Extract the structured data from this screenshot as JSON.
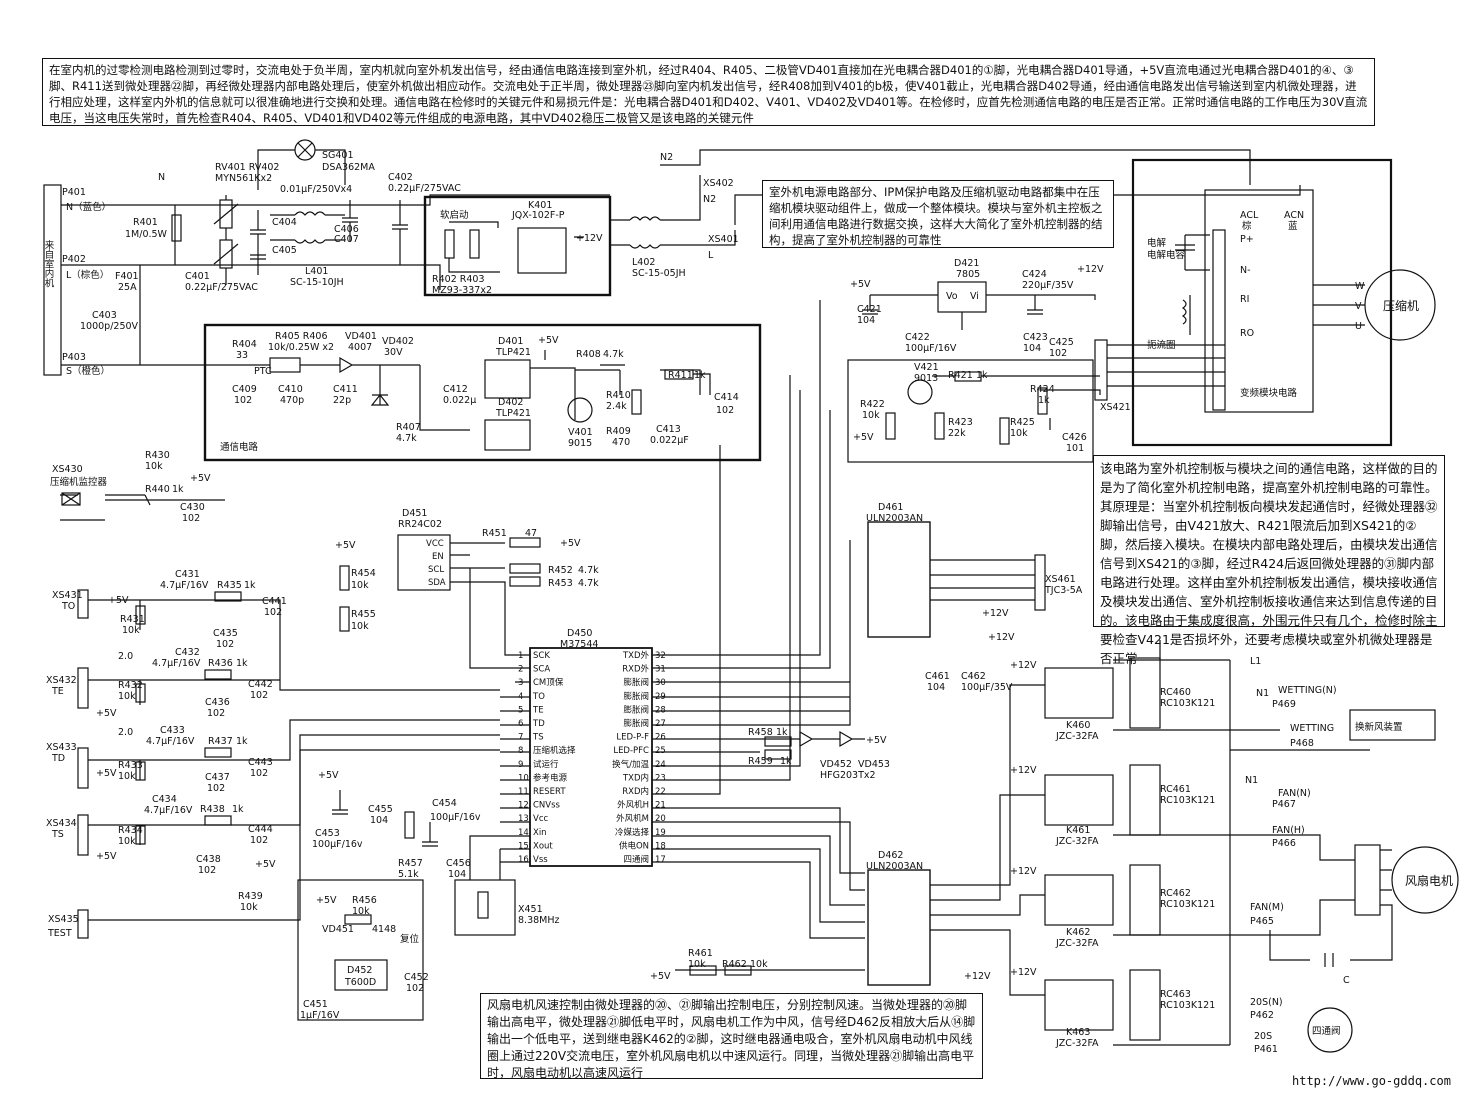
{
  "notes": {
    "top": "在室内机的过零检测电路检测到过零时，交流电处于负半周，室内机就向室外机发出信号，经由通信电路连接到室外机，经过R404、R405、二极管VD401直接加在光电耦合器D401的①脚，光电耦合器D401导通，+5V直流电通过光电耦合器D401的④、③脚、R411送到微处理器㉒脚，再经微处理器内部电路处理后，使室外机做出相应动作。交流电处于正半周，微处理器㉓脚向室内机发出信号，经R408加到V401的b极，使V401截止，光电耦合器D402导通，经由通信电路发出信号输送到室内机微处理器，进行相应处理，这样室内外机的信息就可以很准确地进行交换和处理。通信电路在检修时的关键元件和易损元件是：光电耦合器D401和D402、V401、VD402及VD401等。在检修时，应首先检测通信电路的电压是否正常。正常时通信电路的工作电压为30V直流电压，当这电压失常时，首先检查R404、R405、VD401和VD402等元件组成的电源电路，其中VD402稳压二极管又是该电路的关键元件",
    "power": "室外机电源电路部分、IPM保护电路及压缩机驱动电路都集中在压缩机模块驱动组件上，做成一个整体模块。模块与室外机主控板之间利用通信电路进行数据交换，这样大大简化了室外机控制器的结构，提高了室外机控制器的可靠性",
    "comm": "该电路为室外机控制板与模块之间的通信电路，这样做的目的是为了简化室外机控制电路，提高室外机控制电路的可靠性。其原理是：当室外机控制板向模块发起通信时，经微处理器㉜脚输出信号，由V421放大、R421限流后加到XS421的②脚，然后接入模块。在模块内部电路处理后，由模块发出通信信号到XS421的③脚，经过R424后返回微处理器的㉛脚内部电路进行处理。这样由室外机控制板发出通信，模块接收通信及模块发出通信、室外机控制板接收通信来达到信息传递的目的。该电路由于集成度很高，外围元件只有几个，检修时除主要检查V421是否损坏外，还要考虑模块或室外机微处理器是否正常",
    "fan": "风扇电机风速控制由微处理器的⑳、㉑脚输出控制电压，分别控制风速。当微处理器的⑳脚输出高电平，微处理器㉑脚低电平时，风扇电机工作为中风，信号经D462反相放大后从⑭脚输出一个低电平，送到继电器K462的②脚，这时继电器通电吸合，室外机风扇电动机中风线圈上通过220V交流电压，室外机风扇电机以中速风运行。同理，当微处理器㉑脚输出高电平时，风扇电动机以高速风运行"
  },
  "url": "http://www.go-gddq.com",
  "input": {
    "label": "来自室内机",
    "p401": "P401",
    "n": "N（蓝色）",
    "p402": "P402",
    "l": "L（棕色）",
    "p403": "P403",
    "s": "S（橙色）"
  },
  "blocks": {
    "softstart": "软启动",
    "comm": "通信电路",
    "inverter": "变频模块电路",
    "compressor": "压缩机",
    "fan_motor": "风扇电机",
    "fresh_air": "换新风装置",
    "four_way": "四通阀",
    "reset": "复位",
    "capacitor": "电解电容",
    "reactor": "扼流圈"
  },
  "mcu": {
    "name": "D450",
    "model": "M37544",
    "left_pins": [
      {
        "n": "1",
        "t": "SCK"
      },
      {
        "n": "2",
        "t": "SCA"
      },
      {
        "n": "3",
        "t": "CM顶保"
      },
      {
        "n": "4",
        "t": "TO"
      },
      {
        "n": "5",
        "t": "TE"
      },
      {
        "n": "6",
        "t": "TD"
      },
      {
        "n": "7",
        "t": "TS"
      },
      {
        "n": "8",
        "t": "压缩机选择"
      },
      {
        "n": "9",
        "t": "试运行"
      },
      {
        "n": "10",
        "t": "参考电源"
      },
      {
        "n": "11",
        "t": "RESERT"
      },
      {
        "n": "12",
        "t": "CNVss"
      },
      {
        "n": "13",
        "t": "Vcc"
      },
      {
        "n": "14",
        "t": "Xin"
      },
      {
        "n": "15",
        "t": "Xout"
      },
      {
        "n": "16",
        "t": "Vss"
      }
    ],
    "right_pins": [
      {
        "n": "32",
        "t": "TXD外"
      },
      {
        "n": "31",
        "t": "RXD外"
      },
      {
        "n": "30",
        "t": "膨胀阀"
      },
      {
        "n": "29",
        "t": "膨胀阀"
      },
      {
        "n": "28",
        "t": "膨胀阀"
      },
      {
        "n": "27",
        "t": "膨胀阀"
      },
      {
        "n": "26",
        "t": "LED-P-F"
      },
      {
        "n": "25",
        "t": "LED-PFC"
      },
      {
        "n": "24",
        "t": "换气/加温"
      },
      {
        "n": "23",
        "t": "TXD内"
      },
      {
        "n": "22",
        "t": "RXD内"
      },
      {
        "n": "21",
        "t": "外风机H"
      },
      {
        "n": "20",
        "t": "外风机M"
      },
      {
        "n": "19",
        "t": "冷媒选择"
      },
      {
        "n": "18",
        "t": "供电ON"
      },
      {
        "n": "17",
        "t": "四通阀"
      }
    ]
  },
  "components": {
    "sg401": "SG401",
    "dsa": "DSA362MA",
    "rv": "RV401 RV402",
    "myn": "MYN561Kx2",
    "cx": "0.01μF/250Vx4",
    "c402": "C402",
    "c402v": "0.22μF/275VAC",
    "c404": "C404",
    "c405": "C405",
    "c406": "C406",
    "c407": "C407",
    "l401": "L401",
    "l401m": "SC-15-10JH",
    "r401": "R401",
    "r401v": "1M/0.5W",
    "f401": "F401",
    "f401v": "25A",
    "c401": "C401",
    "c401v": "0.22μF/275VAC",
    "c403": "C403",
    "c403v": "1000p/250V",
    "k401": "K401",
    "k401m": "JQX-102F-P",
    "r402": "R402 R403",
    "r402m": "MZ93-337x2",
    "l402": "L402",
    "l402m": "SC-15-05JH",
    "xs402": "XS402",
    "xs401": "XS401",
    "n2": "N2",
    "lbl_l": "L",
    "lbl_n": "N",
    "acl": "ACL",
    "acl2": "棕",
    "acn": "ACN",
    "acn2": "蓝",
    "pp": "P+",
    "nn": "N-",
    "ri": "RI",
    "ro": "RO",
    "w": "W",
    "v": "V",
    "u": "U",
    "r404": "R404",
    "r404v": "33",
    "ptc": "PTC",
    "r405": "R405 R406",
    "r405v": "10k/0.25W x2",
    "vd401": "VD401",
    "vd401v": "4007",
    "vd402": "VD402",
    "vd402v": "30V",
    "d401": "D401",
    "d401v": "TLP421",
    "d402": "D402",
    "d402v": "TLP421",
    "r408": "R408",
    "r408v": "4.7k",
    "r411": "R411",
    "r411v": "1k",
    "r410": "R410",
    "r410v": "2.4k",
    "r409": "R409",
    "r409v": "470",
    "c413": "C413",
    "c413v": "0.022μF",
    "c414": "C414",
    "c414v": "102",
    "v401": "V401",
    "v401v": "9015",
    "c409": "C409",
    "c409v": "102",
    "c410": "C410",
    "c410v": "470p",
    "c411": "C411",
    "c411v": "22p",
    "c412": "C412",
    "c412v": "0.022μ",
    "r407": "R407",
    "r407v": "4.7k",
    "d421": "D421",
    "d421v": "7805",
    "vo": "Vo",
    "vi": "Vi",
    "c421": "C421",
    "c421v": "104",
    "c422": "C422",
    "c422v": "100μF/16V",
    "c424": "C424",
    "c424v": "220μF/35V",
    "c423": "C423",
    "c423v": "104",
    "c425": "C425",
    "c425v": "102",
    "v421": "V421",
    "v421v": "9013",
    "r421": "R421",
    "r421v": "1k",
    "r424": "R424",
    "r424v": "1k",
    "r422": "R422",
    "r422v": "10k",
    "r423": "R423",
    "r423v": "22k",
    "r425": "R425",
    "r425v": "10k",
    "c426": "C426",
    "c426v": "101",
    "xs421": "XS421",
    "plus5": "+5V",
    "plus12": "+12V",
    "v20": "2.0",
    "xs430": "XS430",
    "xs430d": "压缩机监控器",
    "r430": "R430",
    "r430v": "10k",
    "r440": "R440",
    "r440v": "1k",
    "c430": "C430",
    "c430v": "102",
    "d451": "D451",
    "d451v": "RR24C02",
    "vcc": "VCC",
    "en": "EN",
    "scl": "SCL",
    "sda": "SDA",
    "r451": "R451",
    "r451v": "47",
    "r452": "R452",
    "r452v": "4.7k",
    "r453": "R453",
    "r453v": "4.7k",
    "r454": "R454",
    "r454v": "10k",
    "r455": "R455",
    "r455v": "10k",
    "c431": "C431",
    "c431v": "4.7μF/16V",
    "r435": "R435",
    "r435v": "1k",
    "xs431": "XS431",
    "to": "TO",
    "r431": "R431",
    "r431v": "10k",
    "c441": "C441",
    "c441v": "102",
    "c435": "C435",
    "c435v": "102",
    "c432": "C432",
    "c432v": "4.7μF/16V",
    "r436": "R436",
    "r436v": "1k",
    "xs432": "XS432",
    "te": "TE",
    "r432": "R432",
    "r432v": "10k",
    "c442": "C442",
    "c442v": "102",
    "c436": "C436",
    "c436v": "102",
    "c433": "C433",
    "c433v": "4.7μF/16V",
    "r437": "R437",
    "r437v": "1k",
    "xs433": "XS433",
    "td": "TD",
    "r433": "R433",
    "r433v": "10k",
    "c443": "C443",
    "c443v": "102",
    "c437": "C437",
    "c437v": "102",
    "c434": "C434",
    "c434v": "4.7μF/16V",
    "r438": "R438",
    "r438v": "1k",
    "xs434": "XS434",
    "ts": "TS",
    "r434": "R434",
    "r434v": "10k",
    "c444": "C444",
    "c444v": "102",
    "c438": "C438",
    "c438v": "102",
    "xs435": "XS435",
    "test": "TEST",
    "r439": "R439",
    "r439v": "10k",
    "c453": "C453",
    "c453v": "100μF/16v",
    "c455": "C455",
    "c455v": "104",
    "c454": "C454",
    "c454v": "100μF/16v",
    "r457": "R457",
    "r457v": "5.1k",
    "c456": "C456",
    "c456v": "104",
    "x451": "X451",
    "x451v": "8.38MHz",
    "r456": "R456",
    "r456v": "10k",
    "vd451": "VD451",
    "vd451v": "4148",
    "d452": "D452",
    "d452v": "T600D",
    "c452": "C452",
    "c452v": "102",
    "c451": "C451",
    "c451v": "1μF/16V",
    "d461": "D461",
    "d461v": "ULN2003AN",
    "xs461": "XS461",
    "xs461v": "TJC3-5A",
    "c461": "C461",
    "c461v": "104",
    "c462": "C462",
    "c462v": "100μF/35V",
    "r458": "R458",
    "r458v": "1k",
    "r459": "R459",
    "r459v": "1k",
    "vd452": "VD452",
    "vd453": "VD453",
    "hfg": "HFG203Tx2",
    "d462": "D462",
    "d462v": "ULN2003AN",
    "r461": "R461",
    "r461v": "10k",
    "r462": "R462",
    "r462v": "10k",
    "l1": "L1",
    "n1": "N1",
    "k460": "K460",
    "k461": "K461",
    "k462": "K462",
    "k463": "K463",
    "jzc": "JZC-32FA",
    "rc460": "RC460",
    "rc461": "RC461",
    "rc462": "RC462",
    "rc463": "RC463",
    "rcv": "RC103K121",
    "wettingn": "WETTING(N)",
    "p469": "P469",
    "wetting": "WETTING",
    "p468": "P468",
    "fann": "FAN(N)",
    "p467": "P467",
    "fanh": "FAN(H)",
    "p466": "P466",
    "fanm": "FAN(M)",
    "p465": "P465",
    "s20n": "20S(N)",
    "p462": "P462",
    "s20": "20S",
    "p461": "P461",
    "cap_c": "C"
  }
}
